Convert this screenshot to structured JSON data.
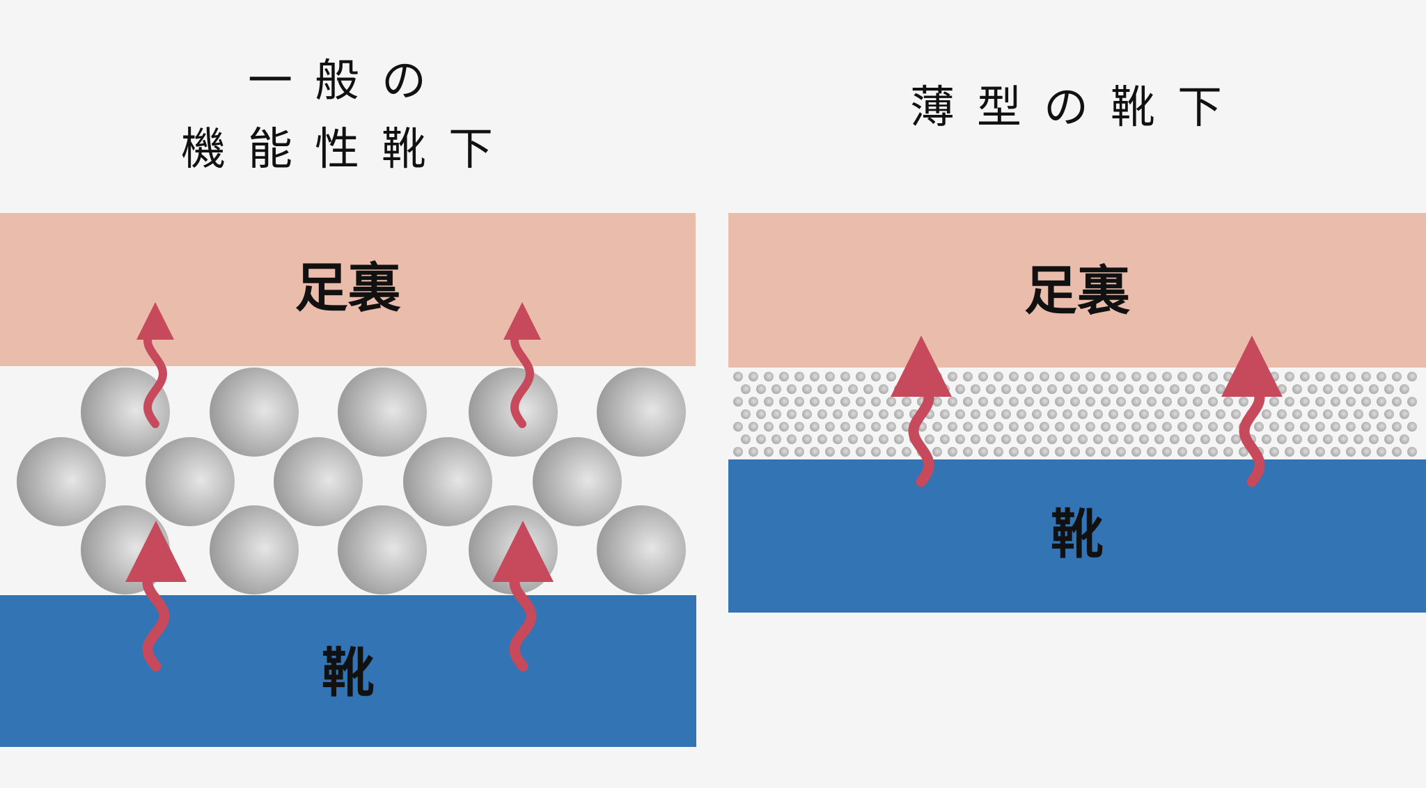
{
  "left_panel": {
    "title_line1": "一般の",
    "title_line2": "機能性靴下",
    "skin_label": "足裏",
    "shoe_label": "靴"
  },
  "right_panel": {
    "title": "薄型の靴下",
    "skin_label": "足裏",
    "shoe_label": "靴"
  },
  "colors": {
    "skin": "#e9bcac",
    "shoe": "#3374b5",
    "arrow": "#c64a5b",
    "fiber_light": "#e6e6e6",
    "fiber_dark": "#8e8e8e"
  }
}
